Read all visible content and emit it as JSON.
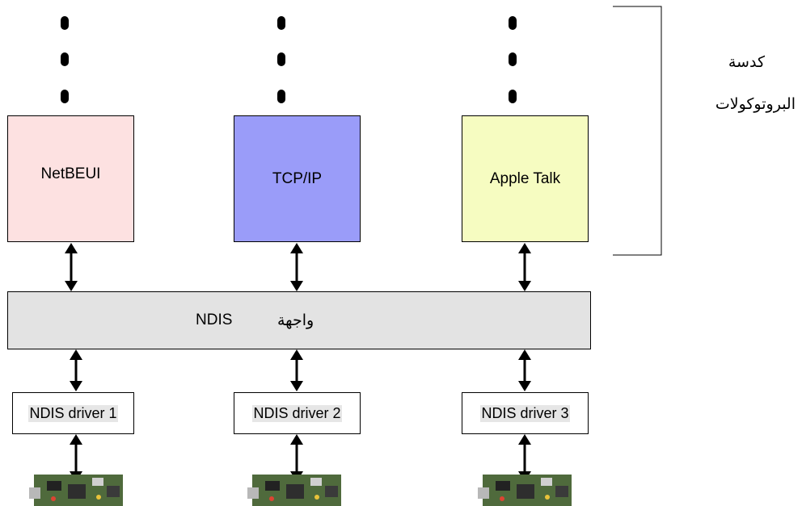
{
  "protocols": [
    {
      "label": "NetBEUI",
      "color": "#fde1e1"
    },
    {
      "label": "TCP/IP",
      "color": "#9a9cf9"
    },
    {
      "label": "Apple Talk",
      "color": "#f6fcc1"
    }
  ],
  "ndis": {
    "label_en": "NDIS",
    "label_ar": "واجهة",
    "color": "#e3e3e3"
  },
  "drivers": [
    {
      "label": "NDIS driver 1"
    },
    {
      "label": "NDIS driver 2"
    },
    {
      "label": "NDIS driver 3"
    }
  ],
  "stack_label": {
    "line1": "كدسة",
    "line2": "البروتوكولات"
  }
}
